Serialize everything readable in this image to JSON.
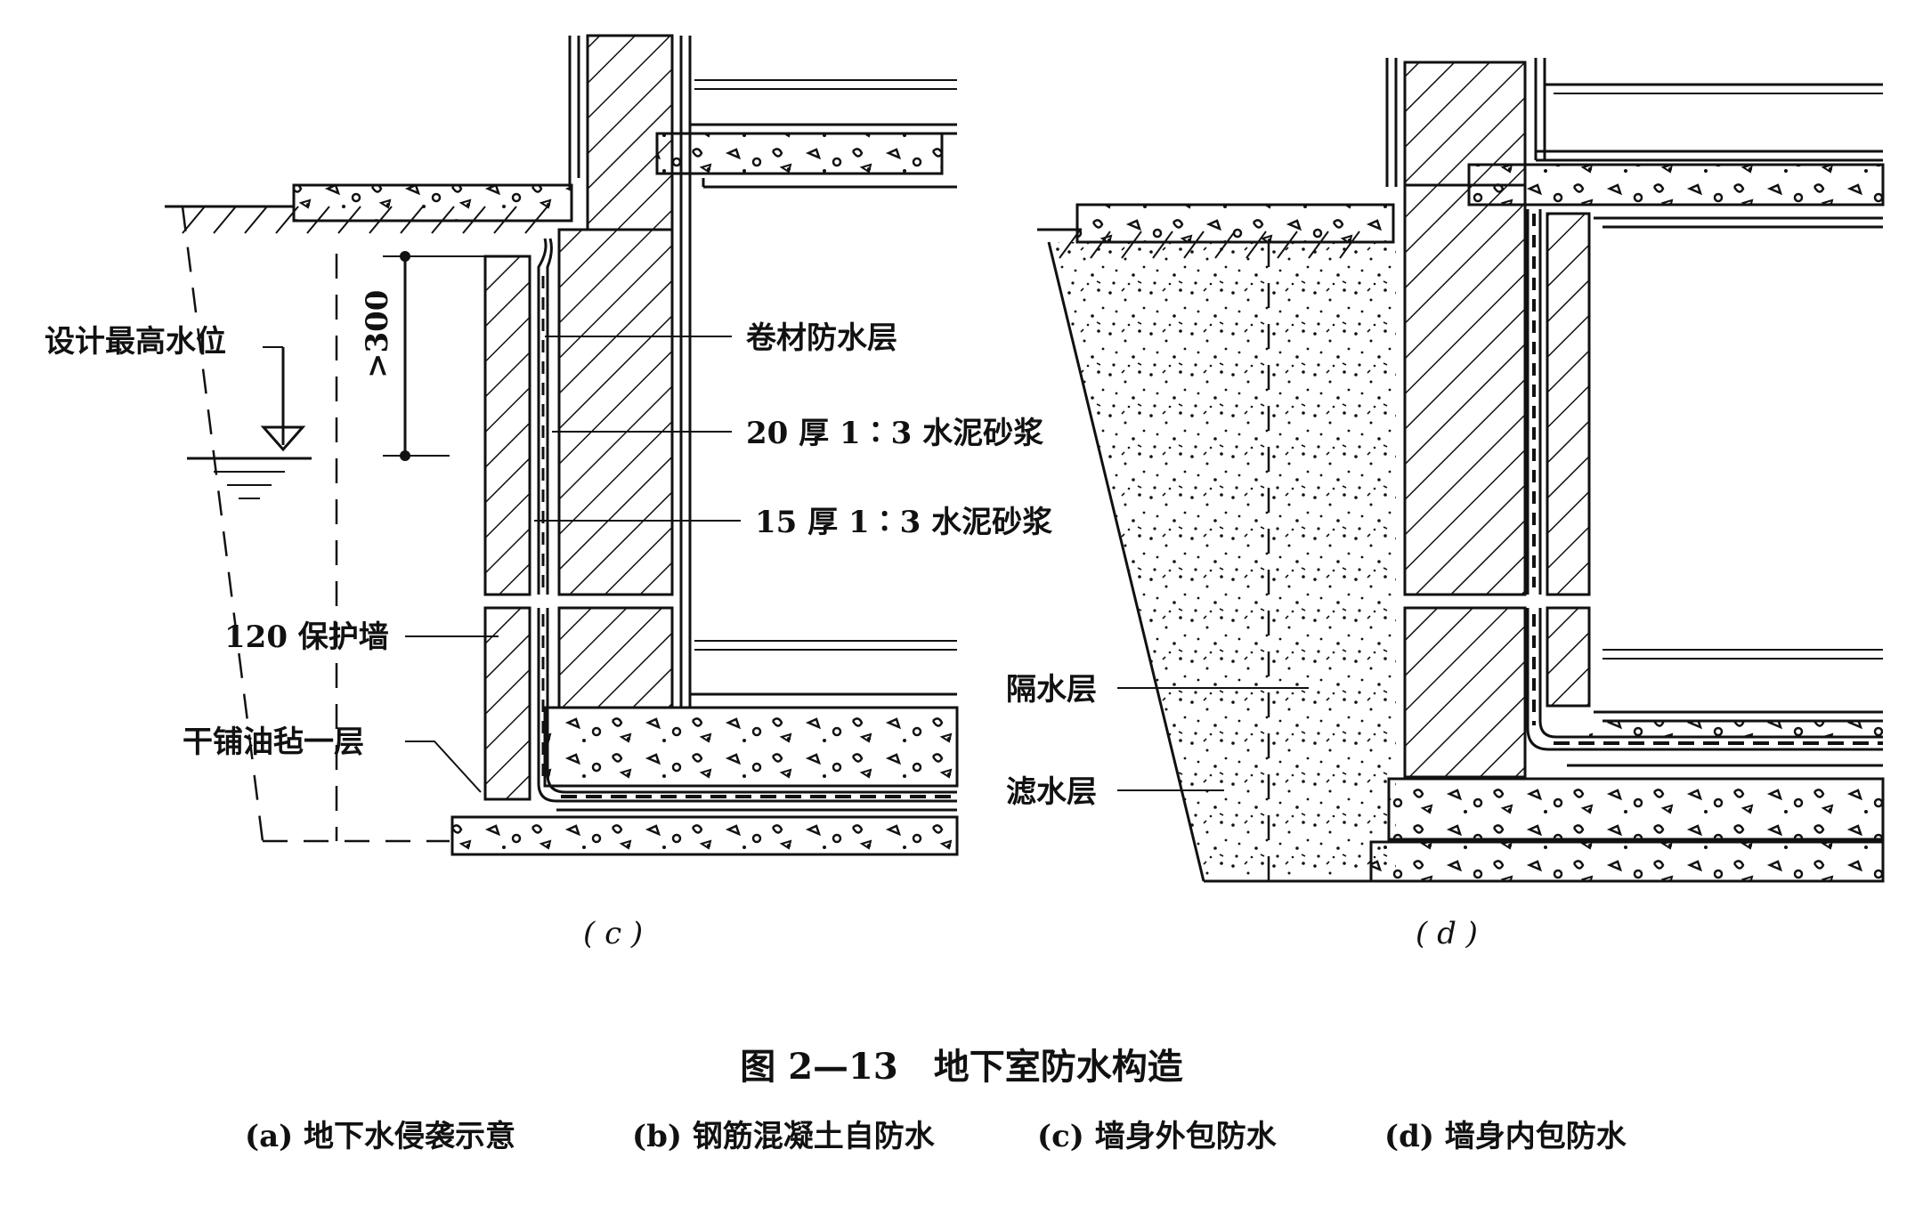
{
  "panel_c": {
    "tag": "( c )",
    "labels": {
      "design_water_level": "设计最高水位",
      "dim_300": ">300",
      "membrane_layer": "卷材防水层",
      "mortar_20": "20 厚 1∶3 水泥砂浆",
      "mortar_15": "15 厚 1∶3 水泥砂浆",
      "protect_wall": "120 保护墙",
      "felt_layer": "干铺油毡一层"
    }
  },
  "panel_d": {
    "tag": "( d )",
    "labels": {
      "isolation_layer": "隔水层",
      "filter_layer": "滤水层"
    }
  },
  "caption": {
    "title": "图 2—13　地下室防水构造",
    "items": [
      "(a) 地下水侵袭示意",
      "(b) 钢筋混凝土自防水",
      "(c) 墙身外包防水",
      "(d) 墙身内包防水"
    ]
  }
}
